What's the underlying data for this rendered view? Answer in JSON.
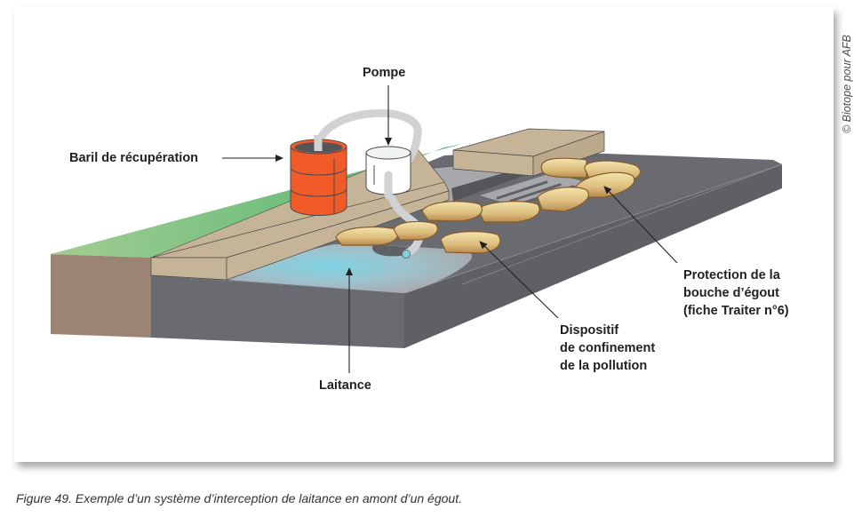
{
  "figure": {
    "caption": "Figure 49. Exemple d’un système d’interception de laitance en amont d’un égout.",
    "credit": "© Biotope pour AFB"
  },
  "labels": {
    "pompe": "Pompe",
    "baril": "Baril de récupération",
    "laitance": "Laitance",
    "dispositif": [
      "Dispositif",
      "de confinement",
      "de la pollution"
    ],
    "protection": [
      "Protection de la",
      "bouche d’égout",
      "(fiche Traiter n°6)"
    ]
  },
  "colors": {
    "grass": "#4cb56e",
    "soil": "#9c8474",
    "sidewalk": "#c6b498",
    "road": "#6a6b70",
    "barrel": "#f15a29",
    "pump": "#ffffff",
    "hose": "#d0d2d4",
    "sandbag": "#e8cf8e",
    "laitance": "#7ed3e3"
  }
}
